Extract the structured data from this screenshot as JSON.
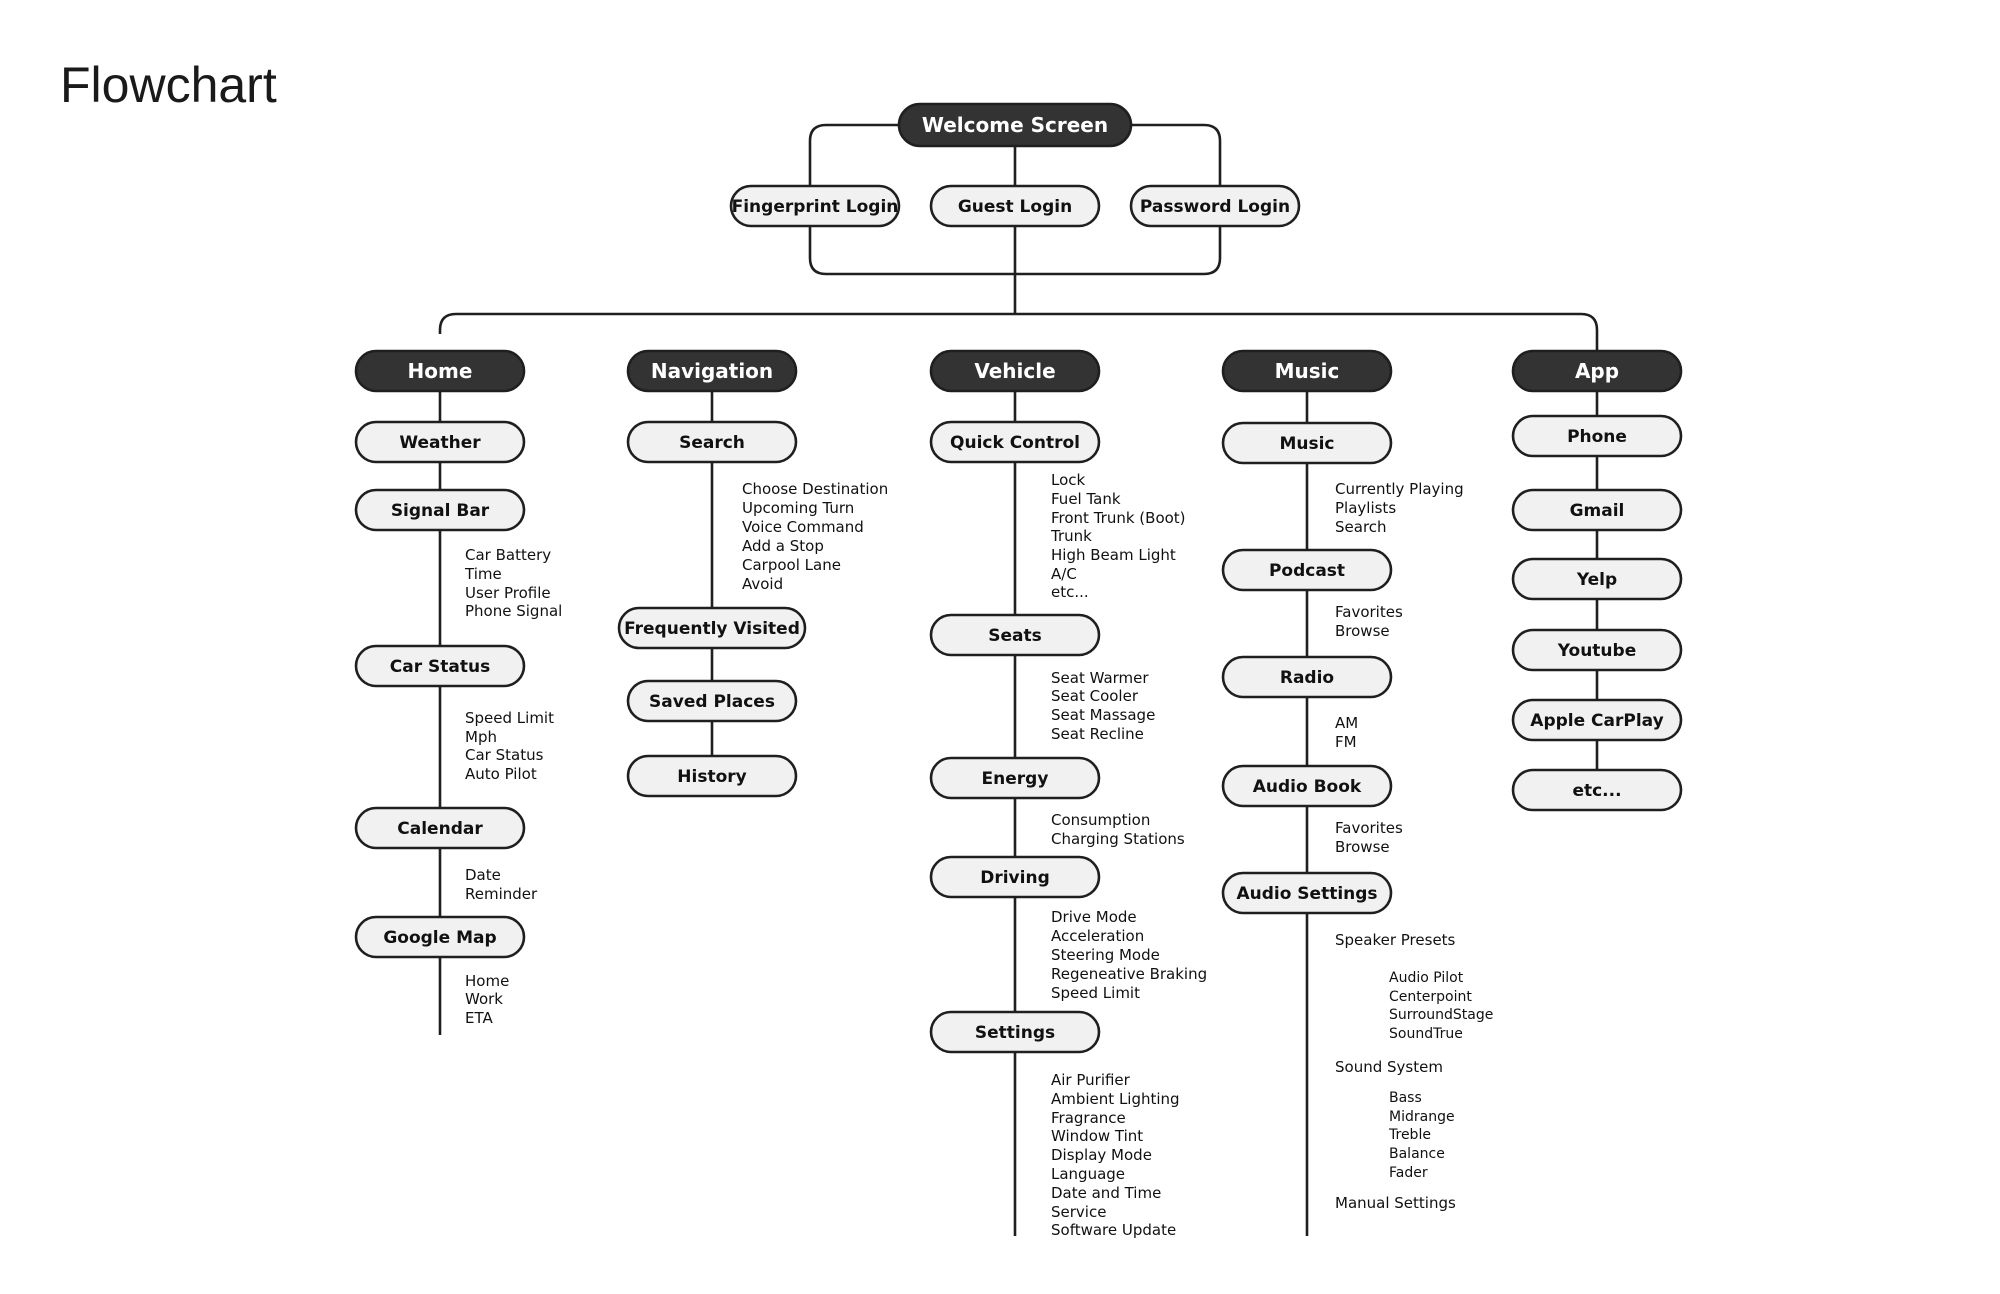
{
  "title": "Flowchart",
  "colors": {
    "dark_node": "#333333",
    "light_node": "#f1f1f1",
    "line": "#1f1f1f"
  },
  "diagram": {
    "root": "Welcome Screen",
    "logins": [
      "Fingerprint Login",
      "Guest Login",
      "Password Login"
    ],
    "branches": [
      {
        "label": "Home",
        "children": [
          {
            "label": "Weather",
            "details": []
          },
          {
            "label": "Signal Bar",
            "details": [
              "Car Battery",
              "Time",
              "User Profile",
              "Phone Signal"
            ]
          },
          {
            "label": "Car Status",
            "details": [
              "Speed Limit",
              "Mph",
              "Car Status",
              "Auto Pilot"
            ]
          },
          {
            "label": "Calendar",
            "details": [
              "Date",
              "Reminder"
            ]
          },
          {
            "label": "Google Map",
            "details": [
              "Home",
              "Work",
              "ETA"
            ]
          }
        ]
      },
      {
        "label": "Navigation",
        "children": [
          {
            "label": "Search",
            "details": [
              "Choose Destination",
              "Upcoming Turn",
              "Voice Command",
              "Add a Stop",
              "Carpool Lane",
              "Avoid"
            ]
          },
          {
            "label": "Frequently Visited",
            "details": []
          },
          {
            "label": "Saved Places",
            "details": []
          },
          {
            "label": "History",
            "details": []
          }
        ]
      },
      {
        "label": "Vehicle",
        "children": [
          {
            "label": "Quick Control",
            "details": [
              "Lock",
              "Fuel Tank",
              "Front Trunk (Boot)",
              "Trunk",
              "High Beam Light",
              "A/C",
              "etc..."
            ]
          },
          {
            "label": "Seats",
            "details": [
              "Seat Warmer",
              "Seat Cooler",
              "Seat Massage",
              "Seat Recline"
            ]
          },
          {
            "label": "Energy",
            "details": [
              "Consumption",
              "Charging Stations"
            ]
          },
          {
            "label": "Driving",
            "details": [
              "Drive Mode",
              "Acceleration",
              "Steering Mode",
              "Regeneative Braking",
              "Speed Limit"
            ]
          },
          {
            "label": "Settings",
            "details": [
              "Air Purifier",
              "Ambient Lighting",
              "Fragrance",
              "Window Tint",
              "Display Mode",
              "Language",
              "Date and Time",
              "Service",
              "Software Update"
            ]
          }
        ]
      },
      {
        "label": "Music",
        "children": [
          {
            "label": "Music",
            "details": [
              "Currently Playing",
              "Playlists",
              "Search"
            ]
          },
          {
            "label": "Podcast",
            "details": [
              "Favorites",
              "Browse"
            ]
          },
          {
            "label": "Radio",
            "details": [
              "AM",
              "FM"
            ]
          },
          {
            "label": "Audio Book",
            "details": [
              "Favorites",
              "Browse"
            ]
          },
          {
            "label": "Audio Settings",
            "details": [],
            "groups": [
              {
                "heading": "Speaker Presets",
                "items": [
                  "Audio Pilot",
                  "Centerpoint",
                  "SurroundStage",
                  "SoundTrue"
                ]
              },
              {
                "heading": "Sound System",
                "items": [
                  "Bass",
                  "Midrange",
                  "Treble",
                  "Balance",
                  "Fader"
                ]
              },
              {
                "heading": "Manual Settings",
                "items": []
              }
            ]
          }
        ]
      },
      {
        "label": "App",
        "children": [
          {
            "label": "Phone",
            "details": []
          },
          {
            "label": "Gmail",
            "details": []
          },
          {
            "label": "Yelp",
            "details": []
          },
          {
            "label": "Youtube",
            "details": []
          },
          {
            "label": "Apple CarPlay",
            "details": []
          },
          {
            "label": "etc...",
            "details": []
          }
        ]
      }
    ]
  }
}
